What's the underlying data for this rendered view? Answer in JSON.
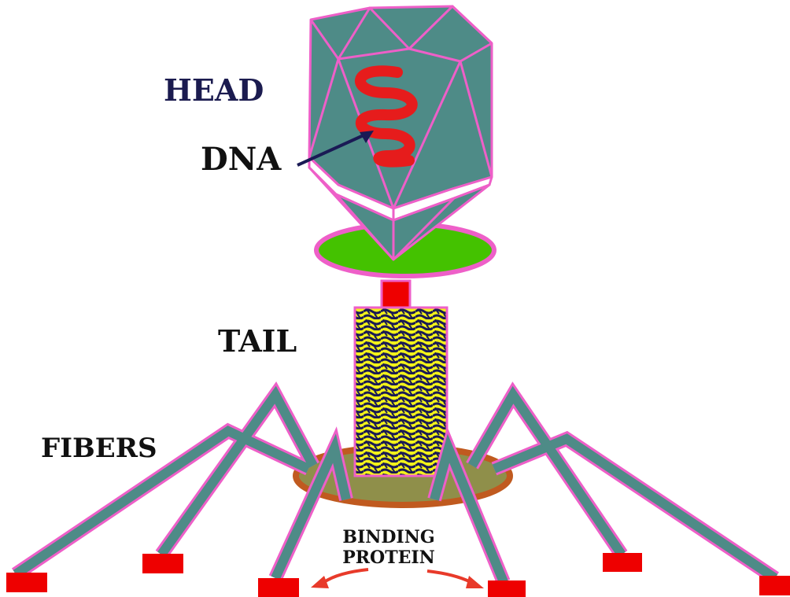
{
  "labels": {
    "head": "HEAD",
    "dna": "DNA",
    "tail": "TAIL",
    "fibers": "FIBERS",
    "binding_line1": "BINDING",
    "binding_line2": "PROTEIN"
  },
  "colors": {
    "capsid_fill": "#4e8b87",
    "outline_pink": "#ee5fc8",
    "dna_red": "#e61c1c",
    "collar_green": "#44c200",
    "tail_yellow": "#f2f21a",
    "tail_weave": "#1a1a55",
    "baseplate_brown": "#8f8f4a",
    "baseplate_rim": "#c05a1f",
    "foot_red": "#ee0000",
    "head_label": "#1b1b4f",
    "text_black": "#111111",
    "arrow_red": "#e83a2a"
  }
}
